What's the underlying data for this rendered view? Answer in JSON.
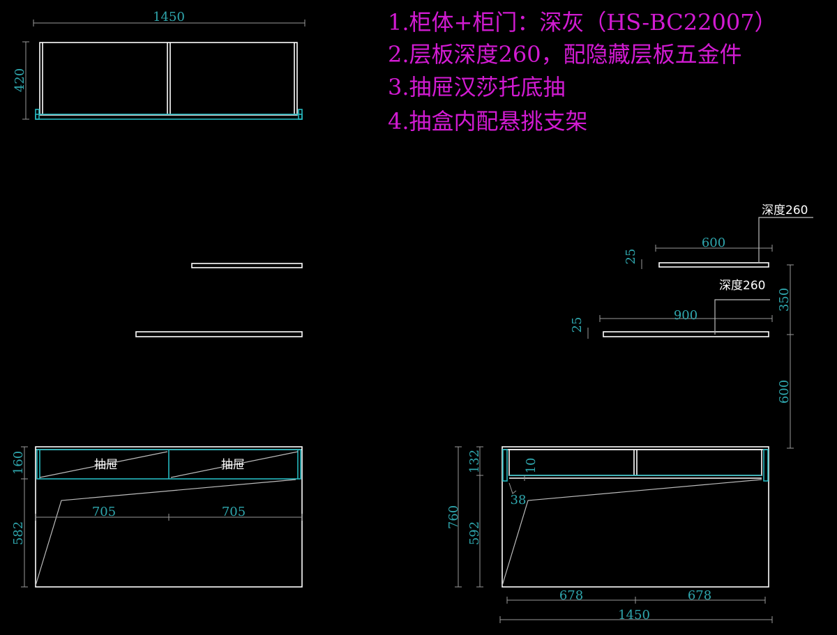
{
  "notes": [
    "1.柜体+柜门：深灰（HS-BC22007）",
    "2.层板深度260，配隐藏层板五金件",
    "3.抽屉汉莎托底抽",
    "4.抽盒内配悬挑支架"
  ],
  "top_view": {
    "width_dim": "1450",
    "height_dim": "420"
  },
  "shelf_labels": {
    "upper_depth": "深度260",
    "lower_depth": "深度260"
  },
  "shelf_dims": {
    "upper_len": "600",
    "upper_thick": "25",
    "lower_len": "900",
    "lower_thick": "25",
    "gap_upper": "350",
    "gap_lower": "600"
  },
  "front_left": {
    "drawer_label_1": "抽屉",
    "drawer_label_2": "抽屉",
    "drawer_h": "160",
    "body_h": "582",
    "width_1": "705",
    "width_2": "705"
  },
  "front_right": {
    "total_h": "760",
    "top_h": "132",
    "body_h": "592",
    "small_1": "10",
    "small_2": "38",
    "width_1": "678",
    "width_2": "678",
    "total_w": "1450"
  },
  "colors": {
    "annotation": "#d21bd2",
    "dimension": "#2fa6ad",
    "line": "#ffffff",
    "edge_band": "#26b9c0"
  }
}
